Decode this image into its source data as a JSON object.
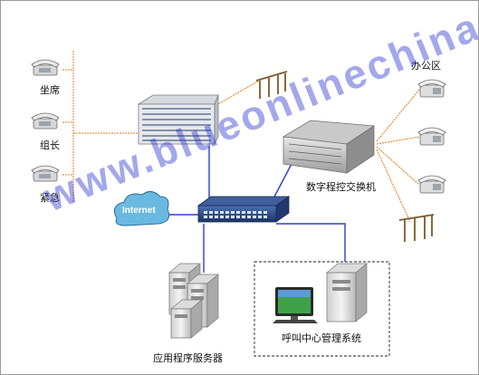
{
  "labels": {
    "seat": "坐席",
    "team_leader": "组长",
    "emergency": "紧急",
    "office_area": "办公区",
    "digital_pbx": "数字程控交换机",
    "internet": "Internet",
    "app_server": "应用程序服务器",
    "call_center_system": "呼叫中心管理系统"
  },
  "watermark": "www.blueonlinechina.com",
  "colors": {
    "orange_link": "#e07b1d",
    "blue_link": "#2b3fc8",
    "watermark": "#2430d2"
  }
}
